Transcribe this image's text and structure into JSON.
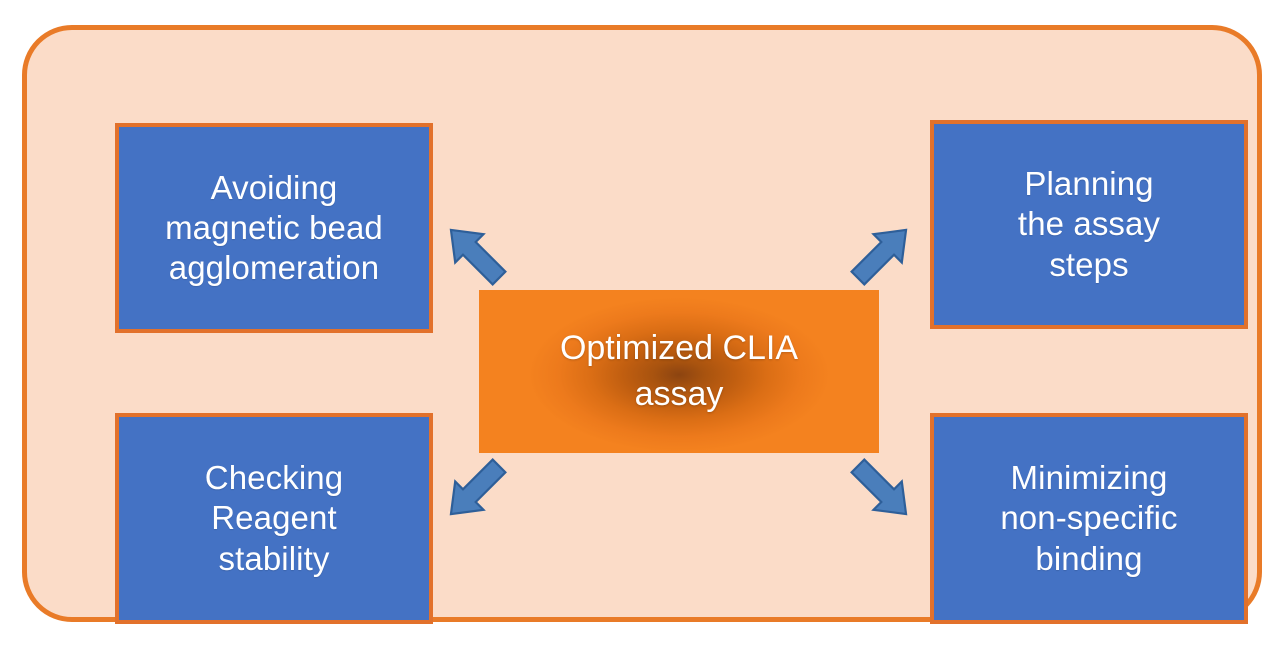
{
  "diagram": {
    "type": "hub-and-spoke",
    "center": {
      "label": "Optimized CLIA\nassay",
      "fill_center_color": "#8C4410",
      "fill_edge_color": "#F4821F"
    },
    "frame": {
      "fill_color": "#FBDCC8",
      "border_color": "#E97B28"
    },
    "node_style": {
      "fill_color": "#4472C4",
      "border_color": "#E2712B",
      "text_color": "#FFFFFF"
    },
    "arrow_style": {
      "fill_color": "#4A7EBB",
      "border_color": "#2E5F99"
    },
    "nodes": [
      {
        "id": "avoiding-magnetic-bead-agglomeration",
        "position": "top-left",
        "label": "Avoiding\nmagnetic bead\nagglomeration",
        "arrow": "arrow-up-left-icon"
      },
      {
        "id": "planning-the-assay-steps",
        "position": "top-right",
        "label": "Planning\nthe assay\nsteps",
        "arrow": "arrow-up-right-icon"
      },
      {
        "id": "checking-reagent-stability",
        "position": "bottom-left",
        "label": "Checking\nReagent\nstability",
        "arrow": "arrow-down-left-icon"
      },
      {
        "id": "minimizing-non-specific-binding",
        "position": "bottom-right",
        "label": "Minimizing\nnon-specific\nbinding",
        "arrow": "arrow-down-right-icon"
      }
    ]
  }
}
